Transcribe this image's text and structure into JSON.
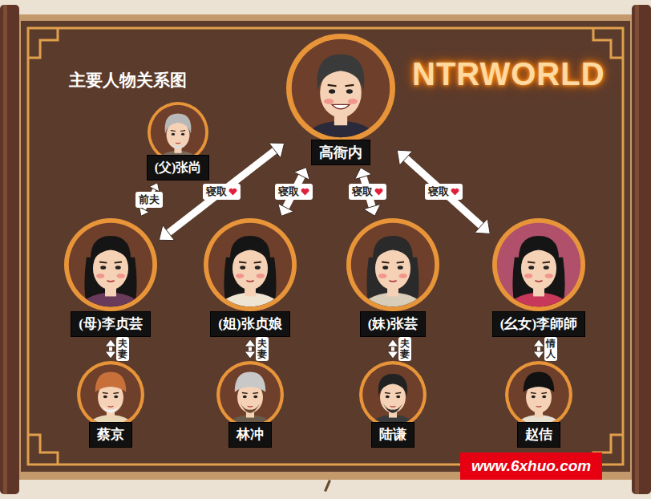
{
  "diagram": {
    "title": "主要人物关系图",
    "nodes": [
      {
        "text": [
          "(父)张尚"
        ]
      },
      {
        "text": [
          "高衙内"
        ]
      },
      {
        "text": [
          "(母)李贞芸"
        ]
      },
      {
        "text": [
          "(姐)张贞娘"
        ]
      },
      {
        "text": [
          "(妹)张芸"
        ]
      },
      {
        "text": [
          "(幺女)李師師"
        ]
      },
      {
        "text": [
          "蔡京"
        ]
      },
      {
        "text": [
          "林冲"
        ]
      },
      {
        "text": [
          "陆谦"
        ]
      },
      {
        "text": [
          "赵佶"
        ]
      }
    ],
    "edges": [
      {
        "from": 0,
        "to": 2,
        "arrow": "both",
        "label": "前夫"
      },
      {
        "from": 1,
        "to": 2,
        "arrow": "both",
        "label": "寝取"
      },
      {
        "from": 1,
        "to": 3,
        "arrow": "both",
        "label": "寝取"
      },
      {
        "from": 1,
        "to": 4,
        "arrow": "both",
        "label": "寝取"
      },
      {
        "from": 1,
        "to": 5,
        "arrow": "both",
        "label": "寝取"
      },
      {
        "from": 2,
        "to": 6,
        "arrow": "both",
        "label": "夫妻"
      },
      {
        "from": 3,
        "to": 7,
        "arrow": "both",
        "label": "夫妻"
      },
      {
        "from": 4,
        "to": 8,
        "arrow": "both",
        "label": "夫妻"
      },
      {
        "from": 5,
        "to": 9,
        "arrow": "both",
        "label": "情人"
      }
    ],
    "labels": [
      "NTRWORLD",
      "www.6xhuo.com"
    ]
  }
}
